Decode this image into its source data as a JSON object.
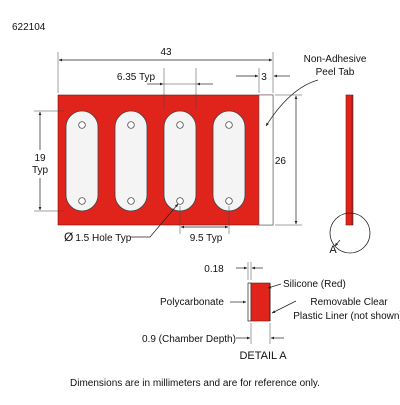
{
  "part_number": "622104",
  "dimensions": {
    "overall_width": "43",
    "pitch": "6.35 Typ",
    "tab_width": "3",
    "height": "26",
    "slot_length": "19\nTyp",
    "slot_length_line1": "19",
    "slot_length_line2": "Typ",
    "hole": "Ø1.5 Hole Typ",
    "hole_symbol": "Ø",
    "hole_text": "1.5 Hole Typ",
    "spacing": "9.5 Typ",
    "silicone_thickness": "0.18",
    "chamber_depth": "0.9 (Chamber Depth)"
  },
  "labels": {
    "peel_tab_line1": "Non-Adhesive",
    "peel_tab_line2": "Peel Tab",
    "detail_marker": "A",
    "silicone": "Silicone (Red)",
    "polycarbonate": "Polycarbonate",
    "liner_line1": "Removable Clear",
    "liner_line2": "Plastic Liner (not shown)",
    "detail_title": "DETAIL A",
    "footnote": "Dimensions are in millimeters and are for reference only."
  },
  "colors": {
    "silicone": "#e0241b",
    "tab": "#ffffff",
    "wells": "#f4f4f4"
  }
}
